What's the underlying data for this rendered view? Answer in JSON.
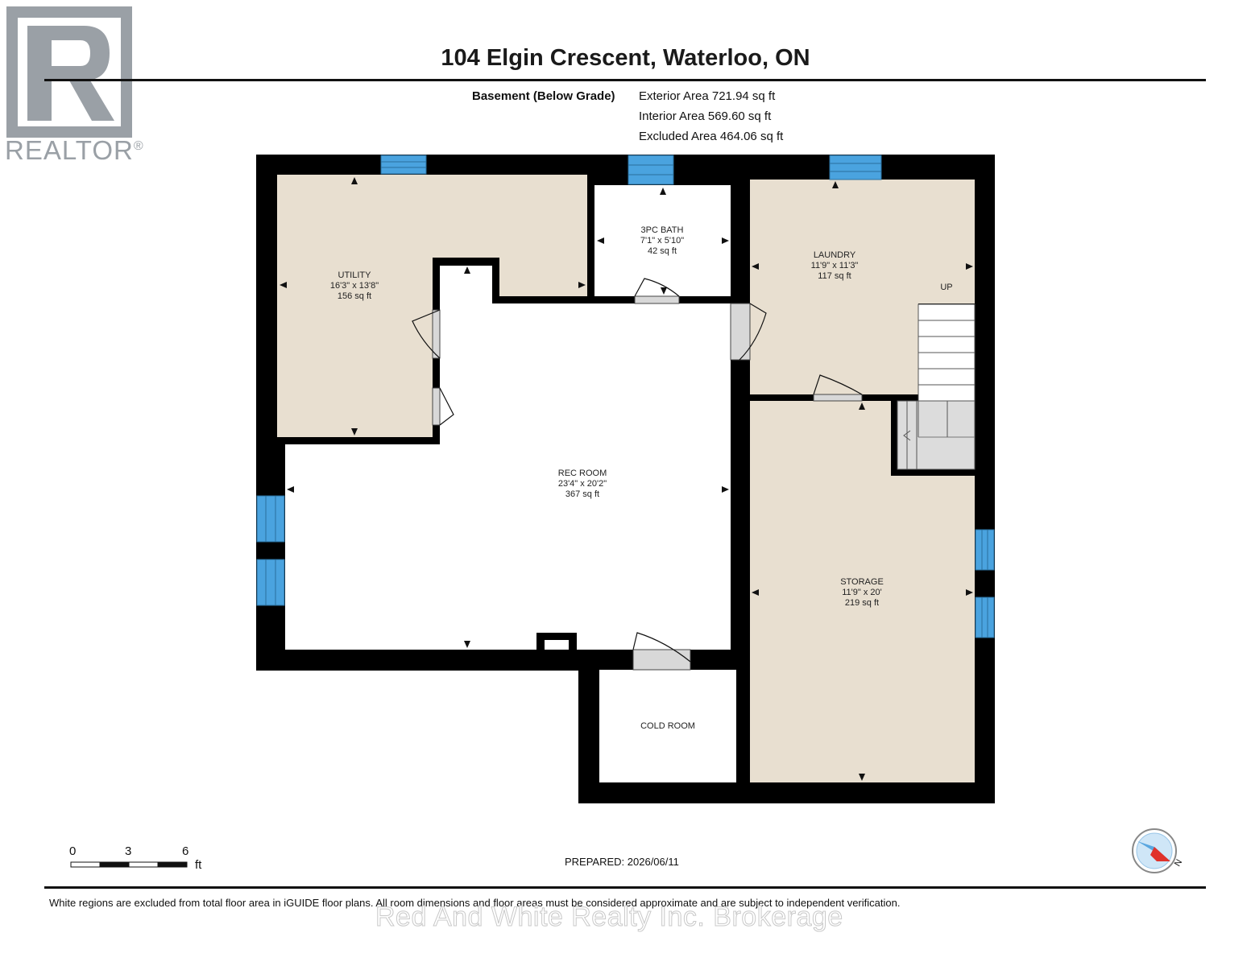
{
  "header": {
    "title": "104 Elgin Crescent, Waterloo, ON",
    "floor_label": "Basement (Below Grade)",
    "areas": [
      "Exterior Area 721.94 sq ft",
      "Interior Area 569.60 sq ft",
      "Excluded Area 464.06 sq ft"
    ]
  },
  "logo": {
    "text": "REALTOR",
    "mark": "®",
    "icon": "realtor-r-logo"
  },
  "rooms": {
    "utility": {
      "name": "UTILITY",
      "dims": "16'3\" x 13'8\"",
      "area": "156 sq ft"
    },
    "bath": {
      "name": "3PC BATH",
      "dims": "7'1\" x 5'10\"",
      "area": "42 sq ft"
    },
    "laundry": {
      "name": "LAUNDRY",
      "dims": "11'9\" x 11'3\"",
      "area": "117 sq ft"
    },
    "rec": {
      "name": "REC ROOM",
      "dims": "23'4\" x 20'2\"",
      "area": "367 sq ft"
    },
    "storage": {
      "name": "STORAGE",
      "dims": "11'9\" x 20'",
      "area": "219 sq ft"
    },
    "cold": {
      "name": "COLD ROOM"
    },
    "stairs": {
      "label": "UP"
    }
  },
  "scale": {
    "ticks": [
      "0",
      "3",
      "6"
    ],
    "unit": "ft"
  },
  "compass": {
    "label": "N",
    "icon": "compass-icon"
  },
  "prepared": "PREPARED: 2026/06/11",
  "footnote": "White regions are excluded from total floor area in iGUIDE floor plans. All room dimensions and floor areas must be considered approximate and are subject to independent verification.",
  "watermark": "Red And White Realty Inc. Brokerage",
  "colors": {
    "wall": "#000000",
    "room_fill": "#e8dfd0",
    "window": "#4aa3df",
    "door_gap": "#d8d8d8",
    "logo_gray": "#9aa0a6",
    "compass_red": "#e0322b",
    "compass_blue": "#cfe6f7"
  }
}
